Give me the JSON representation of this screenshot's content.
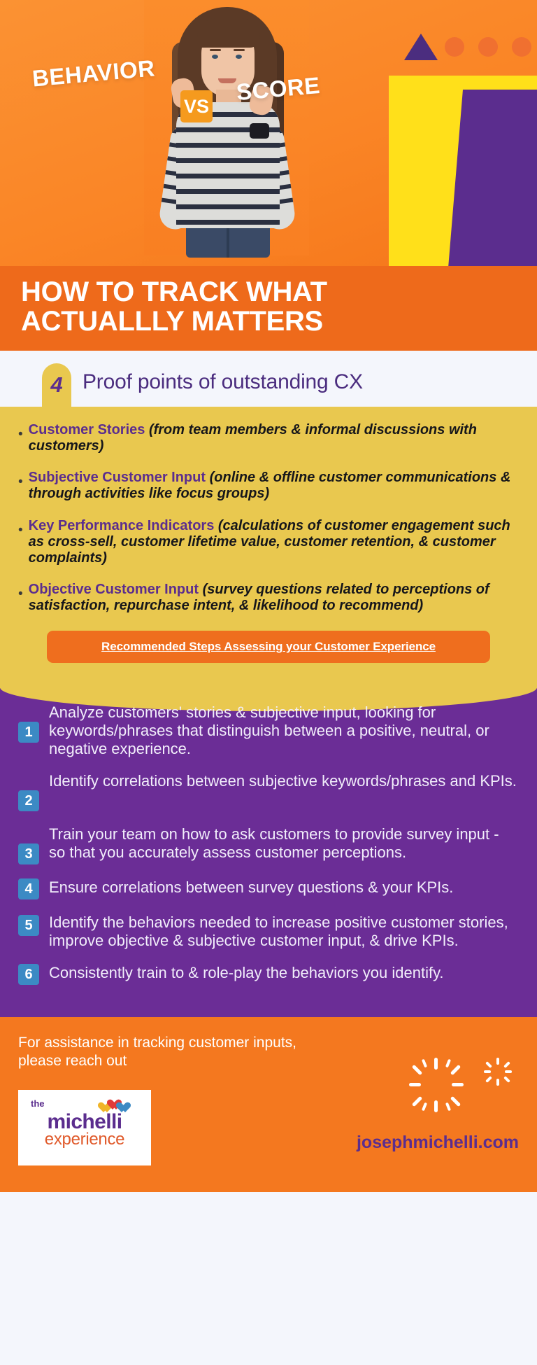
{
  "hero": {
    "label_left": "BEHAVIOR",
    "label_vs": "VS",
    "label_right": "SCORE",
    "colors": {
      "orange": "#fa8c2b",
      "yellow": "#ffe01a",
      "purple": "#5b2d8e",
      "vs_badge": "#f59a1e"
    }
  },
  "title": {
    "line1": "HOW TO TRACK WHAT",
    "line2": "ACTUALLLY MATTERS",
    "band_color": "#ee6a1b"
  },
  "proof": {
    "badge_number": "4",
    "heading": "Proof points of outstanding CX",
    "badge_color": "#e9c84f",
    "heading_color": "#4b2d7f"
  },
  "bullets": [
    {
      "label": "Customer Stories",
      "desc": "(from team members & informal discussions with customers)"
    },
    {
      "label": "Subjective Customer Input",
      "desc": "(online & offline customer communications & through activities like focus groups)"
    },
    {
      "label": "Key Performance Indicators",
      "desc": "(calculations of customer engagement such as cross-sell, customer lifetime value, customer retention, & customer complaints)"
    },
    {
      "label": "Objective Customer Input",
      "desc": "(survey questions related to perceptions of satisfaction, repurchase intent, & likelihood to recommend)"
    }
  ],
  "cta": {
    "label": "Recommended Steps Assessing your Customer Experience",
    "color": "#ef6e1e"
  },
  "steps": {
    "bg_color": "#6b2d96",
    "badge_color": "#3c8ac4",
    "items": [
      {
        "num": "1",
        "text": "Analyze customers' stories & subjective input, looking for keywords/phrases that distinguish between a positive, neutral, or negative experience."
      },
      {
        "num": "2",
        "text": "Identify correlations between subjective keywords/phrases and KPIs."
      },
      {
        "num": "3",
        "text": "Train your team on how to ask customers to provide survey input - so that you accurately assess customer perceptions."
      },
      {
        "num": "4",
        "text": "Ensure correlations between survey questions & your KPIs."
      },
      {
        "num": "5",
        "text": "Identify the behaviors needed to increase positive customer stories, improve objective & subjective customer input, & drive KPIs."
      },
      {
        "num": "6",
        "text": "Consistently train to & role-play the behaviors you identify."
      }
    ]
  },
  "footer": {
    "assistance_text": "For assistance in tracking customer inputs,  please reach out",
    "logo": {
      "the": "the",
      "michelli": "michelli",
      "experience": "experience"
    },
    "website": "josephmichelli.com",
    "bg_color": "#f4781f",
    "website_color": "#5b2d8e"
  }
}
